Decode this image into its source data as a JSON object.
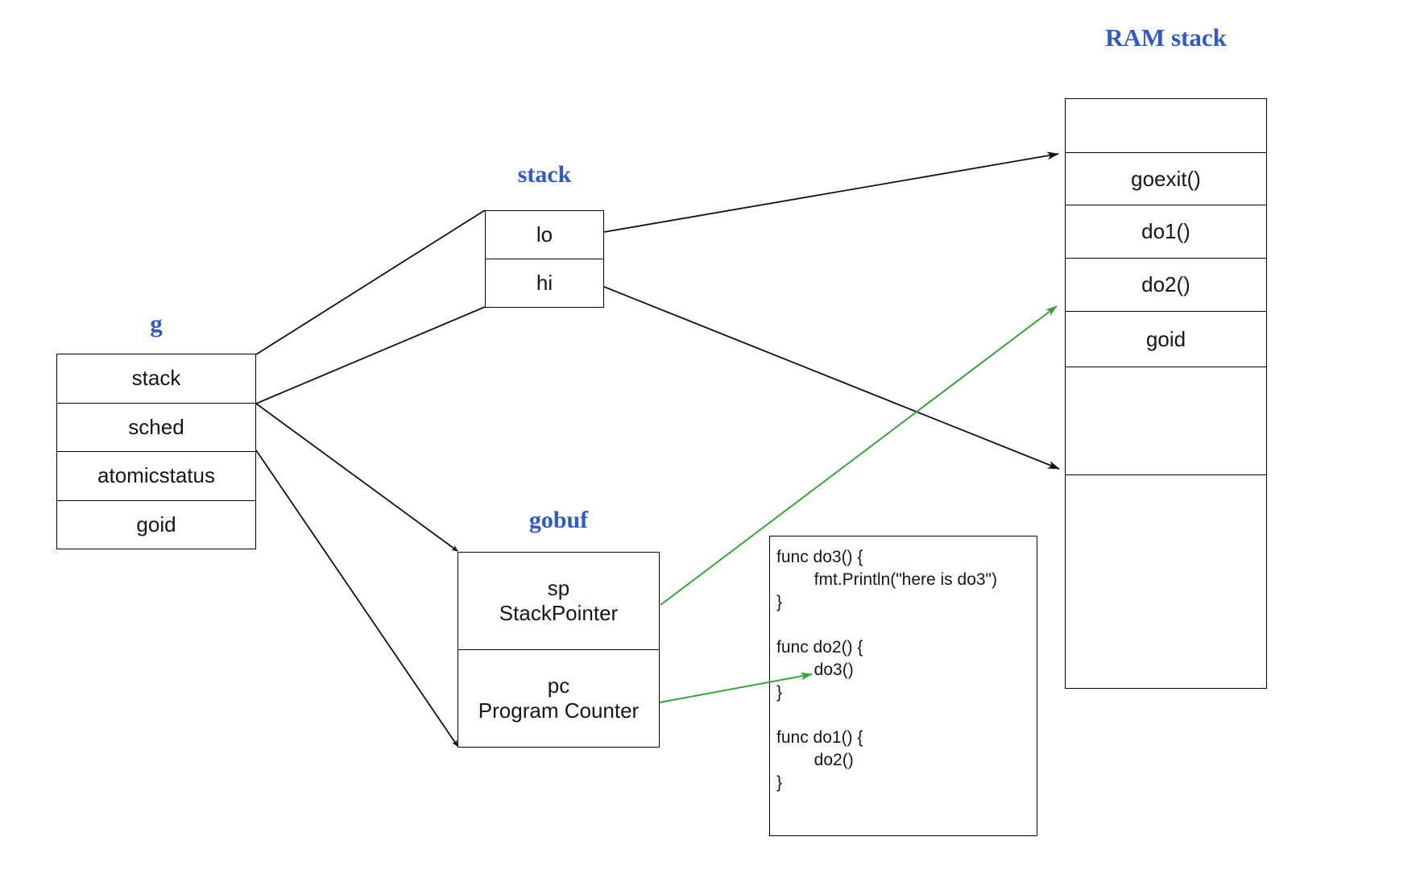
{
  "diagram": {
    "g": {
      "title": "g",
      "rows": [
        "stack",
        "sched",
        "atomicstatus",
        "goid"
      ]
    },
    "stack": {
      "title": "stack",
      "rows": [
        "lo",
        "hi"
      ]
    },
    "gobuf": {
      "title": "gobuf",
      "rows": [
        {
          "abbr": "sp",
          "full": "StackPointer"
        },
        {
          "abbr": "pc",
          "full": "Program Counter"
        }
      ]
    },
    "ram": {
      "title": "RAM stack",
      "rows": [
        "",
        "goexit()",
        "do1()",
        "do2()",
        "goid",
        "",
        ""
      ]
    },
    "code": "func do3() {\n        fmt.Println(\"here is do3\")\n}\n\nfunc do2() {\n        do3()\n}\n\nfunc do1() {\n        do2()\n}",
    "colors": {
      "title_blue": "#2f5ac7",
      "line_black": "#111111",
      "arrow_green": "#3aa43a"
    }
  }
}
